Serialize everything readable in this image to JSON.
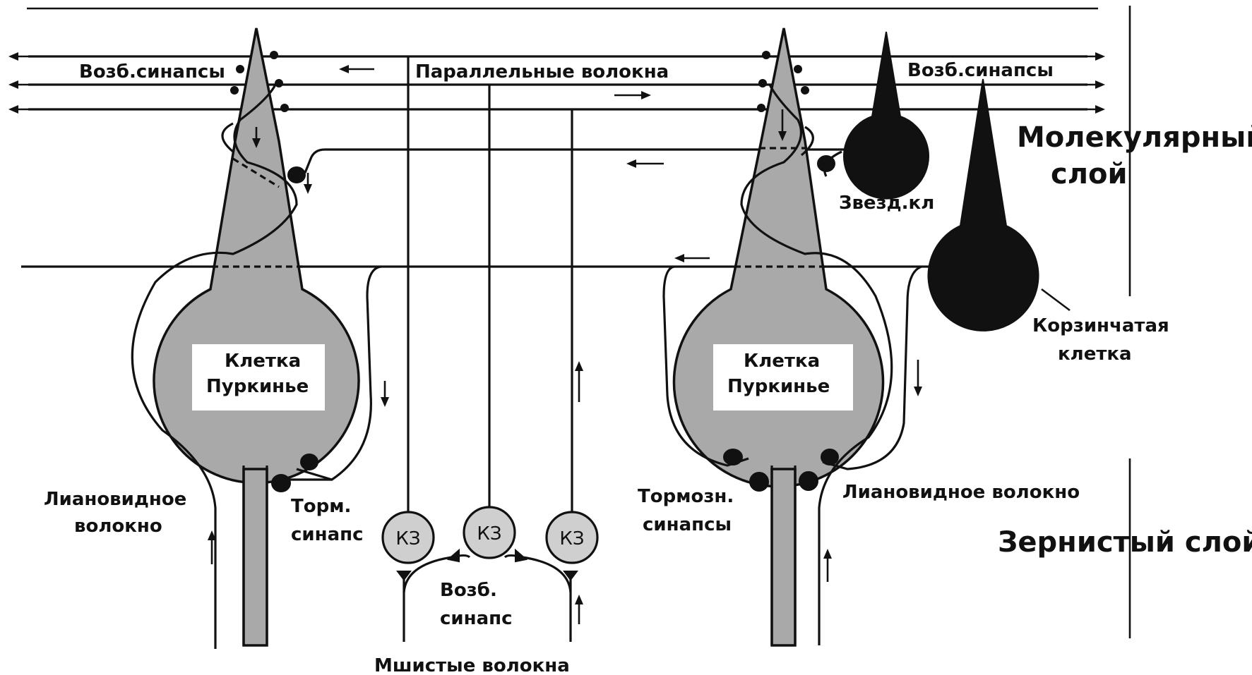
{
  "labels": {
    "exc_synapses_left": "Возб.синапсы",
    "parallel_fibers": "Параллельные волокна",
    "exc_synapses_right": "Возб.синапсы",
    "molecular_layer_1": "Молекулярный",
    "molecular_layer_2": "слой",
    "stellate_cell": "Звезд.кл",
    "basket_cell_1": "Корзинчатая",
    "basket_cell_2": "клетка",
    "purkinje_left_1": "Клетка",
    "purkinje_left_2": "Пуркинье",
    "purkinje_right_1": "Клетка",
    "purkinje_right_2": "Пуркинье",
    "climbing_fiber_left_1": "Лиановидное",
    "climbing_fiber_left_2": "волокно",
    "inh_synapse_1": "Торм.",
    "inh_synapse_2": "синапс",
    "inh_synapses_1": "Тормозн.",
    "inh_synapses_2": "синапсы",
    "climbing_fiber_right": "Лиановидное волокно",
    "granular_layer": "Зернистый слой",
    "exc_synapse_bottom_1": "Возб.",
    "exc_synapse_bottom_2": "синапс",
    "mossy_fibers": "Мшистые волокна",
    "granule_cell_1": "КЗ",
    "granule_cell_2": "КЗ",
    "granule_cell_3": "КЗ"
  }
}
